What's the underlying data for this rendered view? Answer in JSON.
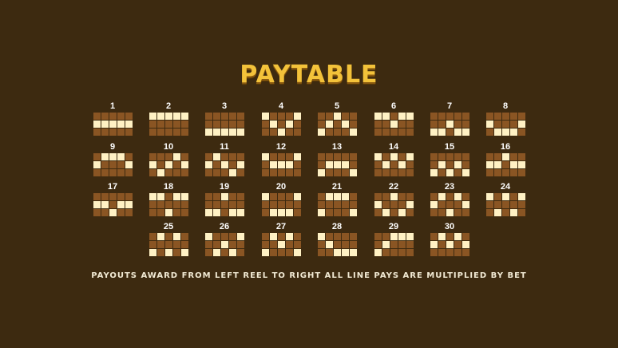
{
  "title": "PAYTABLE",
  "footer": "PAYOUTS AWARD FROM LEFT REEL TO RIGHT ALL LINE PAYS ARE MULTIPLIED BY BET",
  "colors": {
    "background": "#3d2a10",
    "cell_off": "#8a5523",
    "cell_on": "#fff1c4",
    "title": "#f3c23a"
  },
  "lines": [
    {
      "num": "1",
      "rows": [
        1,
        1,
        1,
        1,
        1
      ]
    },
    {
      "num": "2",
      "rows": [
        0,
        0,
        0,
        0,
        0
      ]
    },
    {
      "num": "3",
      "rows": [
        2,
        2,
        2,
        2,
        2
      ]
    },
    {
      "num": "4",
      "rows": [
        0,
        1,
        2,
        1,
        0
      ]
    },
    {
      "num": "5",
      "rows": [
        2,
        1,
        0,
        1,
        2
      ]
    },
    {
      "num": "6",
      "rows": [
        0,
        0,
        1,
        0,
        0
      ]
    },
    {
      "num": "7",
      "rows": [
        2,
        2,
        1,
        2,
        2
      ]
    },
    {
      "num": "8",
      "rows": [
        1,
        2,
        2,
        2,
        1
      ]
    },
    {
      "num": "9",
      "rows": [
        1,
        0,
        0,
        0,
        1
      ]
    },
    {
      "num": "10",
      "rows": [
        1,
        2,
        1,
        0,
        1
      ]
    },
    {
      "num": "11",
      "rows": [
        1,
        0,
        1,
        2,
        1
      ]
    },
    {
      "num": "12",
      "rows": [
        0,
        1,
        1,
        1,
        0
      ]
    },
    {
      "num": "13",
      "rows": [
        2,
        1,
        1,
        1,
        2
      ]
    },
    {
      "num": "14",
      "rows": [
        0,
        1,
        0,
        1,
        0
      ]
    },
    {
      "num": "15",
      "rows": [
        2,
        1,
        2,
        1,
        2
      ]
    },
    {
      "num": "16",
      "rows": [
        1,
        1,
        0,
        1,
        1
      ]
    },
    {
      "num": "17",
      "rows": [
        1,
        1,
        2,
        1,
        1
      ]
    },
    {
      "num": "18",
      "rows": [
        0,
        0,
        2,
        0,
        0
      ]
    },
    {
      "num": "19",
      "rows": [
        2,
        2,
        0,
        2,
        2
      ]
    },
    {
      "num": "20",
      "rows": [
        0,
        2,
        2,
        2,
        0
      ]
    },
    {
      "num": "21",
      "rows": [
        2,
        0,
        0,
        0,
        2
      ]
    },
    {
      "num": "22",
      "rows": [
        1,
        2,
        0,
        2,
        1
      ]
    },
    {
      "num": "23",
      "rows": [
        1,
        0,
        2,
        0,
        1
      ]
    },
    {
      "num": "24",
      "rows": [
        0,
        2,
        0,
        2,
        0
      ]
    },
    {
      "num": "25",
      "rows": [
        2,
        0,
        2,
        0,
        2
      ]
    },
    {
      "num": "26",
      "rows": [
        0,
        2,
        1,
        2,
        0
      ]
    },
    {
      "num": "27",
      "rows": [
        2,
        0,
        1,
        0,
        2
      ]
    },
    {
      "num": "28",
      "rows": [
        0,
        1,
        2,
        2,
        2
      ]
    },
    {
      "num": "29",
      "rows": [
        2,
        1,
        0,
        0,
        0
      ]
    },
    {
      "num": "30",
      "rows": [
        1,
        0,
        1,
        0,
        1
      ]
    }
  ]
}
